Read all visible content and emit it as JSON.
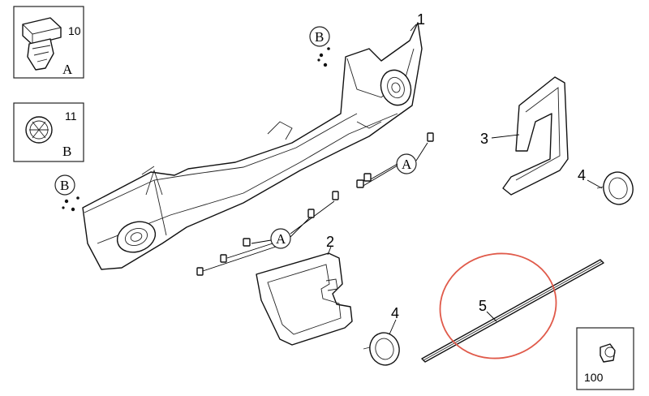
{
  "callouts": {
    "c1": "1",
    "c2": "2",
    "c3": "3",
    "c4a": "4",
    "c4b": "4",
    "c5": "5",
    "c10": "10",
    "c11": "11",
    "c100": "100"
  },
  "fastener_refs": {
    "a1": "A",
    "a2": "A",
    "b1": "B",
    "b2": "B"
  },
  "inset_boxes": {
    "box10_letter": "A",
    "box11_letter": "B"
  },
  "colors": {
    "highlight_circle": "#e05a4a",
    "line_art": "#111111"
  }
}
